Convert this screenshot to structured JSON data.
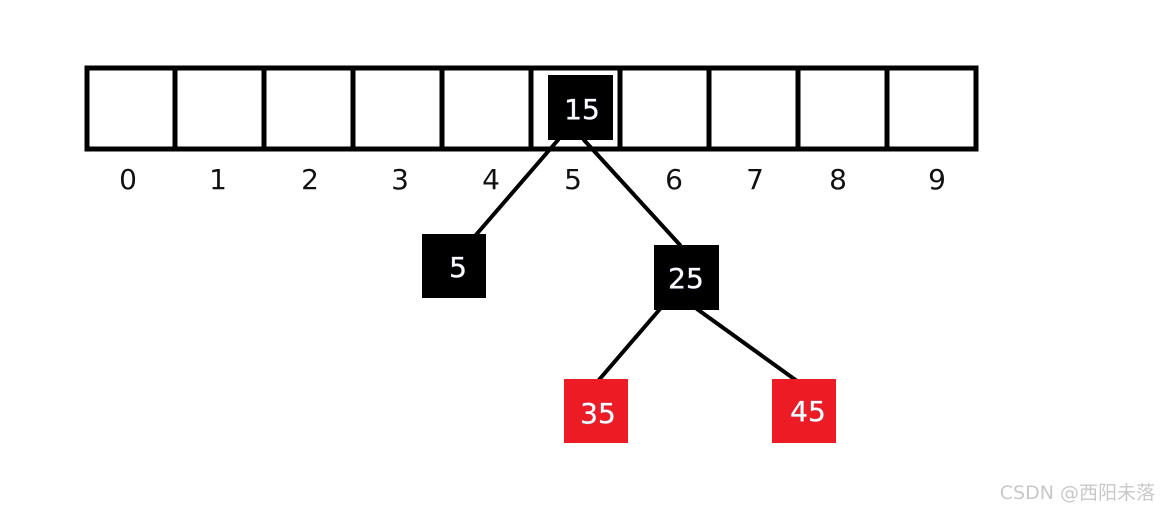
{
  "array": {
    "indices": [
      "0",
      "1",
      "2",
      "3",
      "4",
      "5",
      "6",
      "7",
      "8",
      "9"
    ]
  },
  "tree": {
    "nodes": [
      {
        "id": "n15",
        "label": "15",
        "color": "black"
      },
      {
        "id": "n5",
        "label": "5",
        "color": "black"
      },
      {
        "id": "n25",
        "label": "25",
        "color": "black"
      },
      {
        "id": "n35",
        "label": "35",
        "color": "red"
      },
      {
        "id": "n45",
        "label": "45",
        "color": "red"
      }
    ],
    "edges": [
      {
        "from": "n15",
        "to": "n5"
      },
      {
        "from": "n15",
        "to": "n25"
      },
      {
        "from": "n25",
        "to": "n35"
      },
      {
        "from": "n25",
        "to": "n45"
      }
    ]
  },
  "colors": {
    "black": "#000000",
    "red": "#ed1c24",
    "cell_border": "#000000"
  },
  "watermark": "CSDN @西阳未落"
}
